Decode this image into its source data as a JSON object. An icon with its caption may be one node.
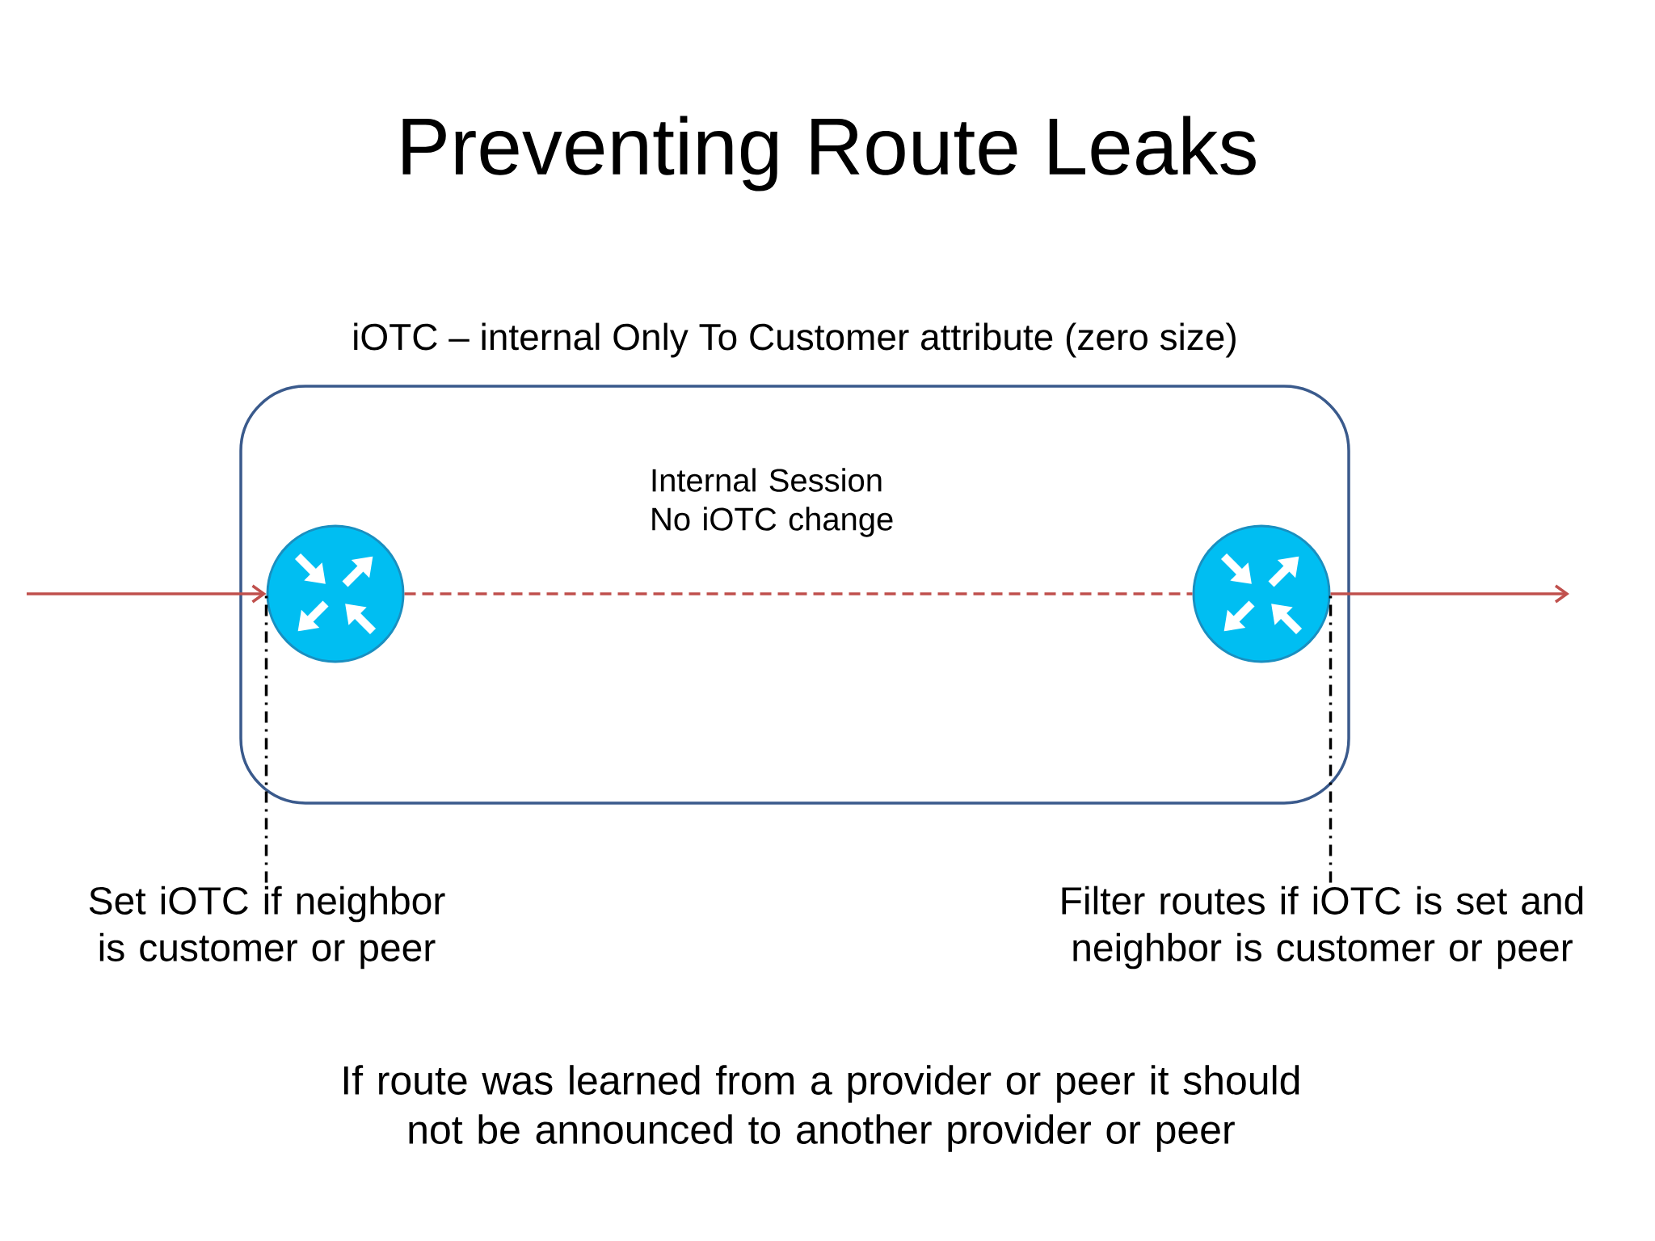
{
  "diagram": {
    "title": "Preventing Route Leaks",
    "nodes": [
      {
        "text": [
          "iOTC – internal Only To Customer attribute (zero size)"
        ]
      },
      {
        "text": [],
        "shape": "circle",
        "in": 0
      },
      {
        "text": [],
        "shape": "circle",
        "in": 0
      },
      {
        "text": [
          "Set iOTC if neighbor is customer or peer"
        ]
      },
      {
        "text": [
          "Filter routes if iOTC is set and neighbor is customer or peer"
        ]
      }
    ],
    "edges": [
      {
        "from": null,
        "to": 1,
        "arrow": "to"
      },
      {
        "from": 1,
        "to": 2,
        "arrow": "none",
        "style": "dashed",
        "label": "Internal Session No iOTC change"
      },
      {
        "from": 2,
        "to": null,
        "arrow": "to"
      },
      {
        "from": 3,
        "to": 1,
        "arrow": "none",
        "style": "dashed",
        "color": "#000000"
      },
      {
        "from": 4,
        "to": 2,
        "arrow": "none",
        "style": "dashed",
        "color": "#000000"
      }
    ],
    "labels": [
      "If route was learned from a provider or peer it should not be announced to another provider or peer"
    ]
  }
}
